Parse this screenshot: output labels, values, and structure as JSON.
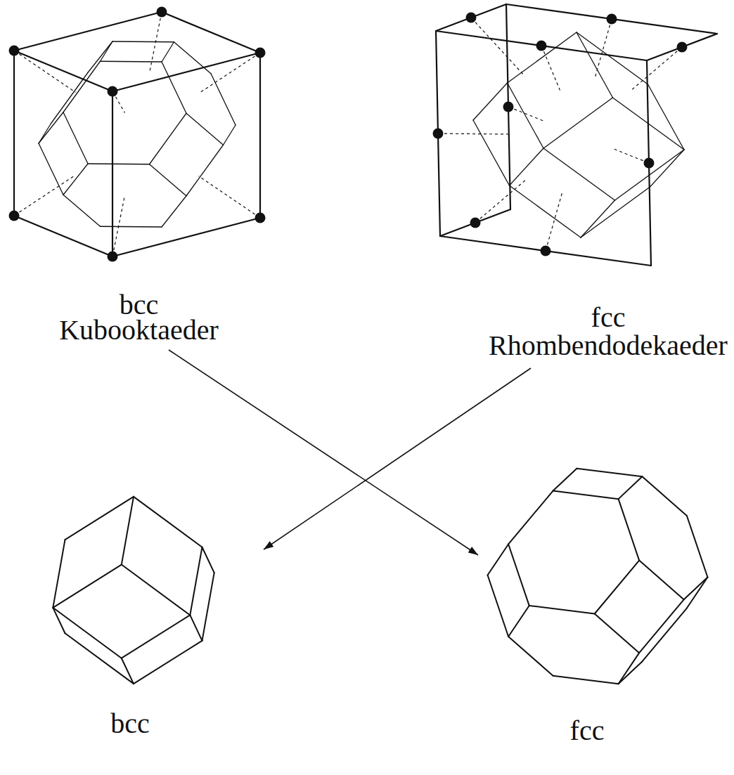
{
  "diagram": {
    "nodes": [
      {
        "text": [
          "bcc",
          "Kubooktaeder"
        ]
      },
      {
        "text": [
          "fcc",
          "Rhombendodekaeder"
        ]
      },
      {
        "text": [
          "bcc"
        ]
      },
      {
        "text": [
          "fcc"
        ]
      }
    ],
    "edges": [
      {
        "from": 0,
        "to": 3,
        "arrow": "to"
      },
      {
        "from": 1,
        "to": 2,
        "arrow": "to"
      }
    ]
  }
}
